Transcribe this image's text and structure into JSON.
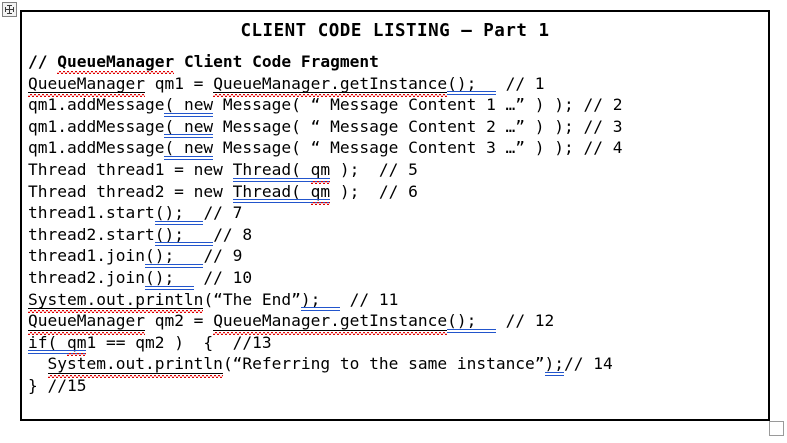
{
  "handles": {
    "move_handle_name": "move-object-handle",
    "resize_handle_name": "resize-object-handle"
  },
  "listing": {
    "title": "CLIENT CODE LISTING – Part 1",
    "lines": [
      {
        "n": 0,
        "bold": true,
        "segments": [
          {
            "t": "// ",
            "mark": "none"
          },
          {
            "t": "QueueManager",
            "mark": "spelling"
          },
          {
            "t": " Client Code Fragment",
            "mark": "none"
          }
        ]
      },
      {
        "n": 1,
        "bold": false,
        "segments": [
          {
            "t": "QueueManager",
            "mark": "grammar-spelling"
          },
          {
            "t": " qm1 = ",
            "mark": "none"
          },
          {
            "t": "QueueManager.getInstance",
            "mark": "grammar-spelling"
          },
          {
            "t": "();  ",
            "mark": "blue"
          },
          {
            "t": " // 1",
            "mark": "none"
          }
        ]
      },
      {
        "n": 2,
        "bold": false,
        "segments": [
          {
            "t": "qm1.addMessage",
            "mark": "none"
          },
          {
            "t": "( new",
            "mark": "blue"
          },
          {
            "t": " Message( “ Message Content 1 …” ) ); // 2",
            "mark": "none"
          }
        ]
      },
      {
        "n": 3,
        "bold": false,
        "segments": [
          {
            "t": "qm1.addMessage",
            "mark": "none"
          },
          {
            "t": "( new",
            "mark": "blue"
          },
          {
            "t": " Message( “ Message Content 2 …” ) ); // 3",
            "mark": "none"
          }
        ]
      },
      {
        "n": 4,
        "bold": false,
        "segments": [
          {
            "t": "qm1.addMessage",
            "mark": "none"
          },
          {
            "t": "( new",
            "mark": "blue"
          },
          {
            "t": " Message( “ Message Content 3 …” ) ); // 4",
            "mark": "none"
          }
        ]
      },
      {
        "n": 5,
        "bold": false,
        "segments": [
          {
            "t": "Thread thread1 = new ",
            "mark": "none"
          },
          {
            "t": "Thread( ",
            "mark": "blue"
          },
          {
            "t": "qm",
            "mark": "blue-spelling"
          },
          {
            "t": " );  // 5",
            "mark": "none"
          }
        ]
      },
      {
        "n": 6,
        "bold": false,
        "segments": [
          {
            "t": "Thread thread2 = new ",
            "mark": "none"
          },
          {
            "t": "Thread( ",
            "mark": "blue"
          },
          {
            "t": "qm",
            "mark": "blue-spelling"
          },
          {
            "t": " );  // 6",
            "mark": "none"
          }
        ]
      },
      {
        "n": 7,
        "bold": false,
        "segments": [
          {
            "t": "thread1.start",
            "mark": "none"
          },
          {
            "t": "();  ",
            "mark": "blue"
          },
          {
            "t": "// 7",
            "mark": "none"
          }
        ]
      },
      {
        "n": 8,
        "bold": false,
        "segments": [
          {
            "t": "thread2.start",
            "mark": "none"
          },
          {
            "t": "();   ",
            "mark": "blue"
          },
          {
            "t": "// 8",
            "mark": "none"
          }
        ]
      },
      {
        "n": 9,
        "bold": false,
        "segments": [
          {
            "t": "thread1.join",
            "mark": "none"
          },
          {
            "t": "();   ",
            "mark": "blue"
          },
          {
            "t": "// 9",
            "mark": "none"
          }
        ]
      },
      {
        "n": 10,
        "bold": false,
        "segments": [
          {
            "t": "thread2.join",
            "mark": "none"
          },
          {
            "t": "();  ",
            "mark": "blue"
          },
          {
            "t": " // 10",
            "mark": "none"
          }
        ]
      },
      {
        "n": 11,
        "bold": false,
        "segments": [
          {
            "t": "System.out.println",
            "mark": "grammar-spelling"
          },
          {
            "t": "(“The End”",
            "mark": "none"
          },
          {
            "t": ");  ",
            "mark": "blue"
          },
          {
            "t": " // 11",
            "mark": "none"
          }
        ]
      },
      {
        "n": 12,
        "bold": false,
        "segments": [
          {
            "t": "QueueManager",
            "mark": "grammar-spelling"
          },
          {
            "t": " qm2 = ",
            "mark": "none"
          },
          {
            "t": "QueueManager.getInstance",
            "mark": "grammar-spelling"
          },
          {
            "t": "();  ",
            "mark": "blue"
          },
          {
            "t": " // 12",
            "mark": "none"
          }
        ]
      },
      {
        "n": 13,
        "bold": false,
        "segments": [
          {
            "t": "if( ",
            "mark": "blue"
          },
          {
            "t": "qm",
            "mark": "blue-spelling"
          },
          {
            "t": "1 == qm2 )  {  //13",
            "mark": "none"
          }
        ]
      },
      {
        "n": 14,
        "bold": false,
        "segments": [
          {
            "t": "  ",
            "mark": "none"
          },
          {
            "t": "System.out.println",
            "mark": "grammar-spelling"
          },
          {
            "t": "(“Referring to the same instance”",
            "mark": "none"
          },
          {
            "t": ");",
            "mark": "blue"
          },
          {
            "t": "// 14",
            "mark": "none"
          }
        ]
      },
      {
        "n": 15,
        "bold": false,
        "segments": [
          {
            "t": "} //15",
            "mark": "none"
          }
        ]
      }
    ]
  },
  "colors": {
    "border": "#000000",
    "text": "#000000",
    "spelling_underline": "#e00000",
    "revision_underline": "#2255cc",
    "handle_border": "#9a9a9a"
  }
}
